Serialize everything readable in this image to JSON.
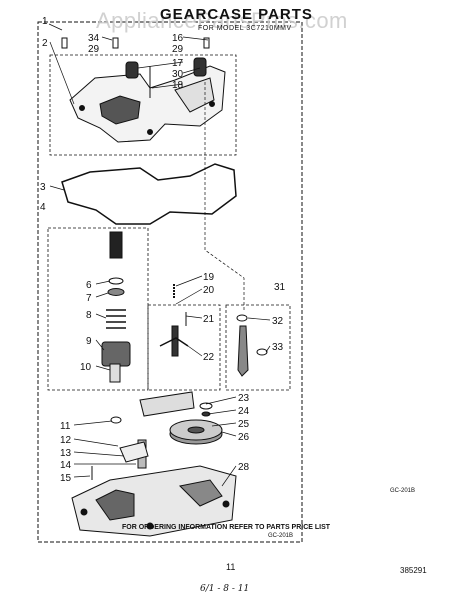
{
  "header": {
    "title": "GEARCASE PARTS",
    "subtitle": "FOR MODEL 3C7210MMV",
    "watermark": "AppliancePartsPros.com"
  },
  "callouts": {
    "c1": "1",
    "c2": "2",
    "c3": "3",
    "c4": "4",
    "c6": "6",
    "c7": "7",
    "c8": "8",
    "c9": "9",
    "c10": "10",
    "c11": "11",
    "c12": "12",
    "c13": "13",
    "c14": "14",
    "c15": "15",
    "c16": "16",
    "c17": "17",
    "c18": "18",
    "c19": "19",
    "c20": "20",
    "c21": "21",
    "c22": "22",
    "c23": "23",
    "c24": "24",
    "c25": "25",
    "c26": "26",
    "c28": "28",
    "c29a": "29",
    "c29b": "29",
    "c30": "30",
    "c31": "31",
    "c32": "32",
    "c33": "33",
    "c34": "34"
  },
  "codes": {
    "inner": "GC-201B",
    "outer": "GC-201B"
  },
  "footer": {
    "ordering_note": "FOR ORDERING INFORMATION REFER TO PARTS PRICE LIST",
    "page_number": "11",
    "doc_number": "385291",
    "handwritten": "6/1 - 8 - 11"
  }
}
